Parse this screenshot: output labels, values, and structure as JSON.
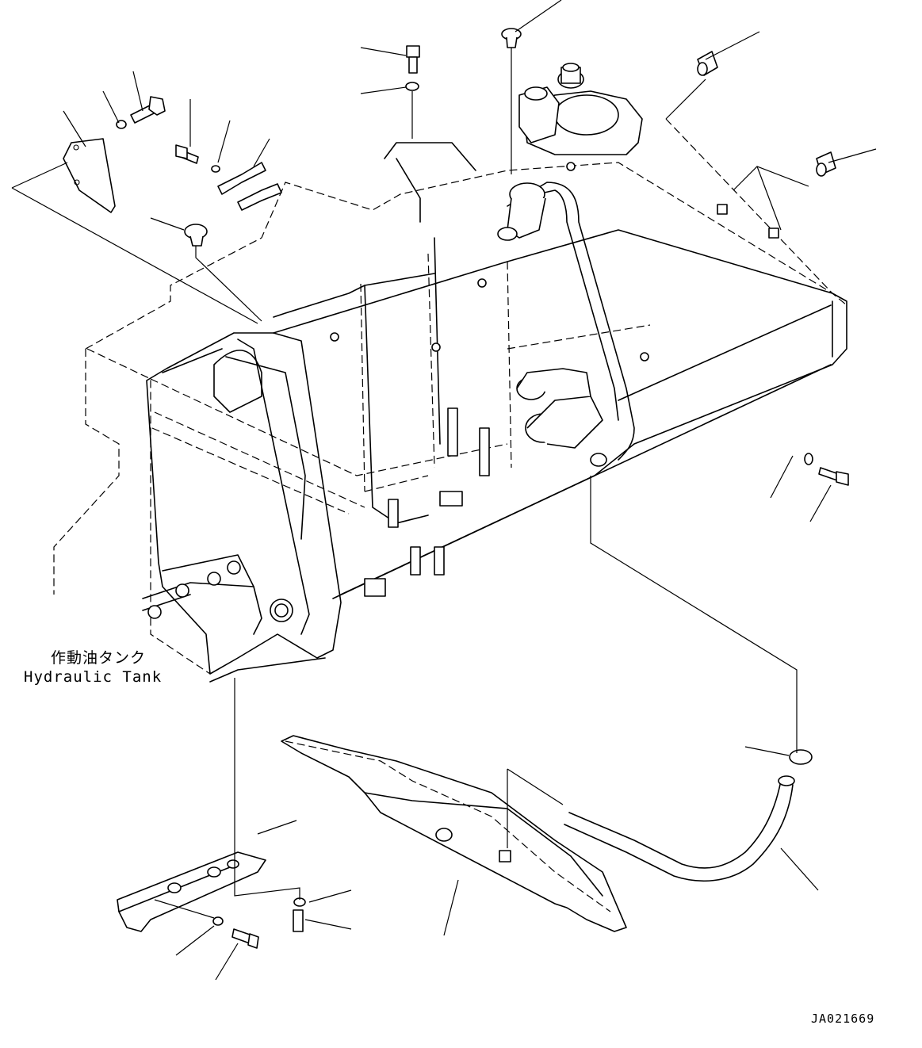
{
  "labels": {
    "component_ja": "作動油タンク",
    "component_en": "Hydraulic Tank",
    "drawing_number": "JA021669"
  },
  "colors": {
    "line": "#000000",
    "background": "#ffffff"
  }
}
